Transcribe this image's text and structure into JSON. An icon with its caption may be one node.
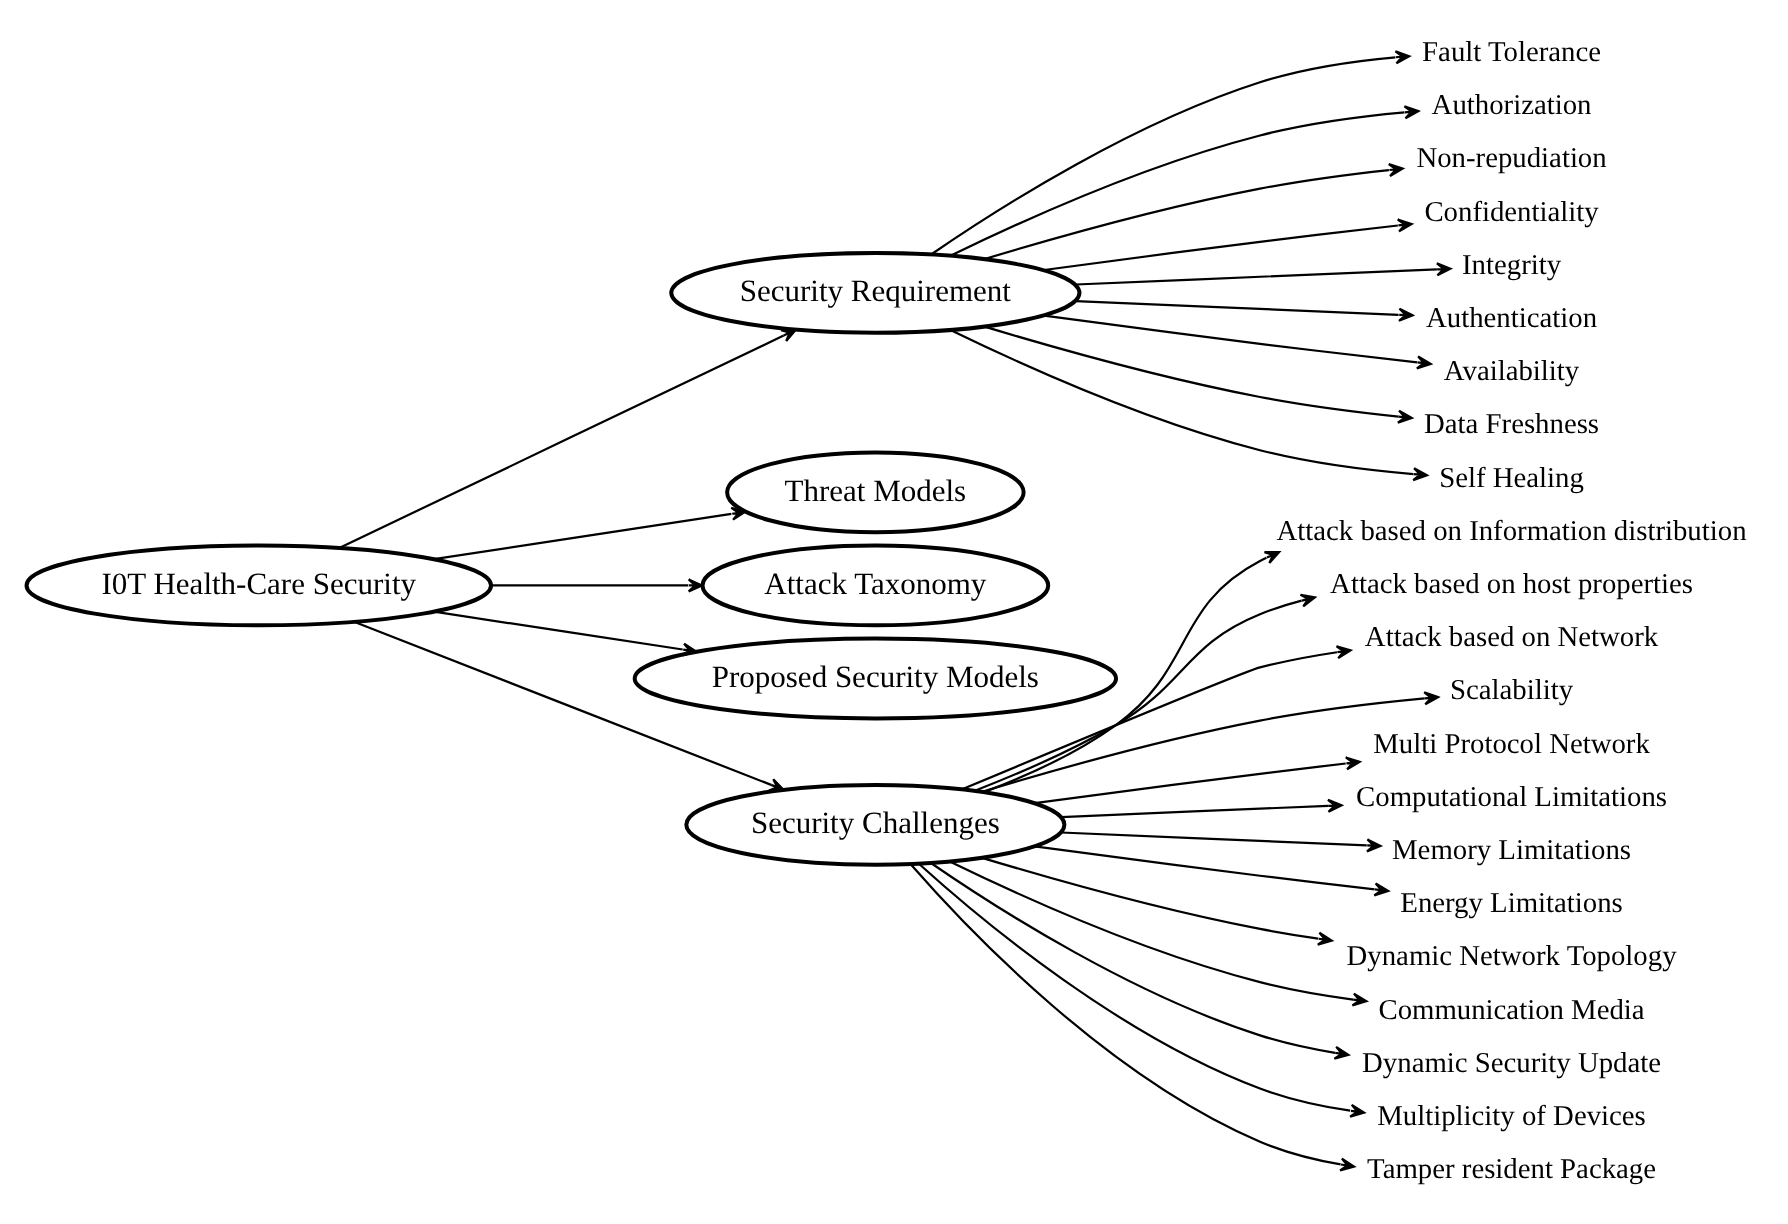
{
  "diagram": {
    "nodes": [
      {
        "text": [
          "I0T Health-Care Security"
        ]
      },
      {
        "text": [
          "Security Requirement"
        ]
      },
      {
        "text": [
          "Threat Models"
        ]
      },
      {
        "text": [
          "Attack Taxonomy"
        ]
      },
      {
        "text": [
          "Proposed Security Models"
        ]
      },
      {
        "text": [
          "Security Challenges"
        ]
      },
      {
        "text": [
          "Fault Tolerance"
        ]
      },
      {
        "text": [
          "Authorization"
        ]
      },
      {
        "text": [
          "Non-repudiation"
        ]
      },
      {
        "text": [
          "Confidentiality"
        ]
      },
      {
        "text": [
          "Integrity"
        ]
      },
      {
        "text": [
          "Authentication"
        ]
      },
      {
        "text": [
          "Availability"
        ]
      },
      {
        "text": [
          "Data Freshness"
        ]
      },
      {
        "text": [
          "Self Healing"
        ]
      },
      {
        "text": [
          "Attack based on Information distribution"
        ]
      },
      {
        "text": [
          "Attack based on host properties"
        ]
      },
      {
        "text": [
          "Attack based on Network"
        ]
      },
      {
        "text": [
          "Scalability"
        ]
      },
      {
        "text": [
          "Multi Protocol Network"
        ]
      },
      {
        "text": [
          "Computational Limitations"
        ]
      },
      {
        "text": [
          "Memory Limitations"
        ]
      },
      {
        "text": [
          "Energy Limitations"
        ]
      },
      {
        "text": [
          "Dynamic Network Topology"
        ]
      },
      {
        "text": [
          "Communication Media"
        ]
      },
      {
        "text": [
          "Dynamic Security Update"
        ]
      },
      {
        "text": [
          "Multiplicity of Devices"
        ]
      },
      {
        "text": [
          "Tamper resident Package"
        ]
      }
    ],
    "edges": [
      {
        "from": 0,
        "to": 1,
        "arrow": "to"
      },
      {
        "from": 0,
        "to": 2,
        "arrow": "to"
      },
      {
        "from": 0,
        "to": 3,
        "arrow": "to"
      },
      {
        "from": 0,
        "to": 4,
        "arrow": "to"
      },
      {
        "from": 0,
        "to": 5,
        "arrow": "to"
      },
      {
        "from": 1,
        "to": 6,
        "arrow": "to"
      },
      {
        "from": 1,
        "to": 7,
        "arrow": "to"
      },
      {
        "from": 1,
        "to": 8,
        "arrow": "to"
      },
      {
        "from": 1,
        "to": 9,
        "arrow": "to"
      },
      {
        "from": 1,
        "to": 10,
        "arrow": "to"
      },
      {
        "from": 1,
        "to": 11,
        "arrow": "to"
      },
      {
        "from": 1,
        "to": 12,
        "arrow": "to"
      },
      {
        "from": 1,
        "to": 13,
        "arrow": "to"
      },
      {
        "from": 1,
        "to": 14,
        "arrow": "to"
      },
      {
        "from": 5,
        "to": 15,
        "arrow": "to"
      },
      {
        "from": 5,
        "to": 16,
        "arrow": "to"
      },
      {
        "from": 5,
        "to": 17,
        "arrow": "to"
      },
      {
        "from": 5,
        "to": 18,
        "arrow": "to"
      },
      {
        "from": 5,
        "to": 19,
        "arrow": "to"
      },
      {
        "from": 5,
        "to": 20,
        "arrow": "to"
      },
      {
        "from": 5,
        "to": 21,
        "arrow": "to"
      },
      {
        "from": 5,
        "to": 22,
        "arrow": "to"
      },
      {
        "from": 5,
        "to": 23,
        "arrow": "to"
      },
      {
        "from": 5,
        "to": 24,
        "arrow": "to"
      },
      {
        "from": 5,
        "to": 25,
        "arrow": "to"
      },
      {
        "from": 5,
        "to": 26,
        "arrow": "to"
      },
      {
        "from": 5,
        "to": 27,
        "arrow": "to"
      }
    ]
  }
}
